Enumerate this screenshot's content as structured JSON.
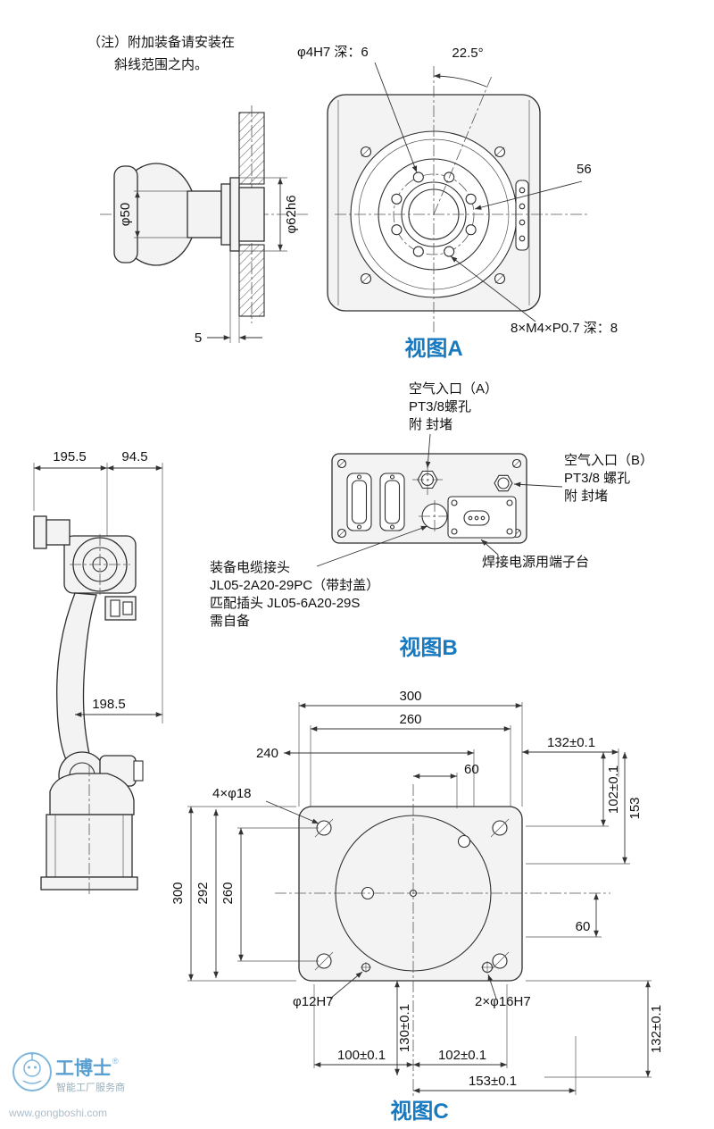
{
  "colors": {
    "view_title": "#1879bf",
    "line": "#2e2e2e",
    "watermark_blue": "#3e8fcb"
  },
  "note": {
    "line1": "（注）附加装备请安装在",
    "line2": "斜线范围之内。"
  },
  "wrist": {
    "dia50": "φ50",
    "dia62": "φ62h6",
    "offset5": "5"
  },
  "view_a": {
    "title": "视图A",
    "hole": "φ4H7 深：6",
    "angle": "22.5°",
    "dia56": "56",
    "bolts": "8×M4×P0.7 深：8"
  },
  "robot": {
    "dim195": "195.5",
    "dim94": "94.5",
    "dim198": "198.5"
  },
  "view_b": {
    "title": "视图B",
    "air_a": [
      "空气入口（A）",
      "PT3/8螺孔",
      "附 封堵"
    ],
    "air_b": [
      "空气入口（B）",
      "PT3/8 螺孔",
      "附 封堵"
    ],
    "cable": [
      "装备电缆接头",
      "JL05-2A20-29PC（带封盖）",
      "匹配插头 JL05-6A20-29S",
      "需自备"
    ],
    "terminal": "焊接电源用端子台"
  },
  "view_c": {
    "title": "视图C",
    "top300": "300",
    "top260": "260",
    "top240": "240",
    "top60": "60",
    "tr132": "132±0.1",
    "r102": "102±0.1",
    "r153": "153",
    "r60": "60",
    "l300": "300",
    "l292": "292",
    "l260": "260",
    "holes18": "4×φ18",
    "hole12": "φ12H7",
    "hole16": "2×φ16H7",
    "b130": "130±0.1",
    "br132": "132±0.1",
    "b100": "100±0.1",
    "b102": "102±0.1",
    "b153": "153±0.1"
  },
  "watermark": {
    "brand": "工博士",
    "registered": "®",
    "tagline": "智能工厂服务商",
    "url": "www.gongboshi.com"
  }
}
